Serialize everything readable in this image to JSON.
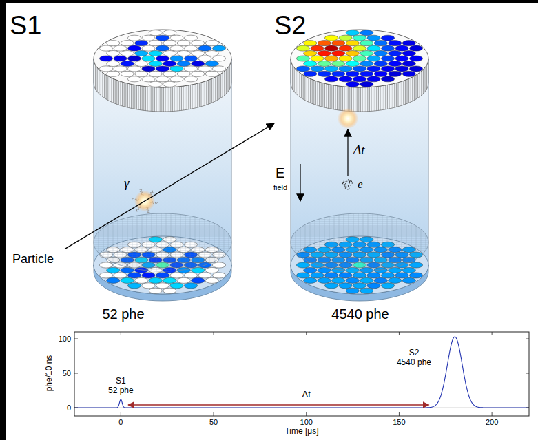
{
  "diagram": {
    "nodes": [
      {
        "text": [
          "S1",
          "52 phe"
        ]
      },
      {
        "text": [
          "S2",
          "4540 phe"
        ]
      }
    ],
    "edges": [
      {
        "from": 0,
        "to": 1,
        "arrow": "to"
      }
    ],
    "labels": [
      "Particle",
      "γ",
      "E",
      "field",
      "Δt",
      "e⁻",
      "phe/10 ns",
      "100",
      "50",
      "0",
      "0",
      "50",
      "100",
      "150",
      "200",
      "Time [μs]",
      "S1",
      "52 phe",
      "Δt",
      "S2",
      "4540 phe"
    ]
  }
}
